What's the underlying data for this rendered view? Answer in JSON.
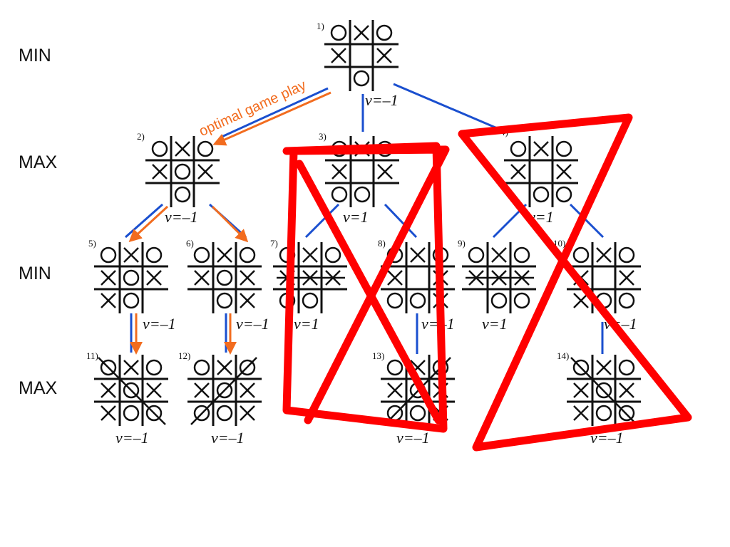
{
  "levels": [
    "MIN",
    "MAX",
    "MIN",
    "MAX"
  ],
  "annotation": "optimal game play",
  "colors": {
    "edge": "#1a4fcf",
    "optimal": "#f26c1f",
    "strike": "#ff0000",
    "ink": "#111111"
  },
  "nodes": [
    {
      "id": "1)",
      "board": [
        "O",
        "X",
        "O",
        "X",
        "",
        "X",
        "",
        "O",
        ""
      ],
      "value": "v=–1"
    },
    {
      "id": "2)",
      "board": [
        "O",
        "X",
        "O",
        "X",
        "O",
        "X",
        "",
        "O",
        ""
      ],
      "value": "v=–1"
    },
    {
      "id": "3)",
      "board": [
        "O",
        "X",
        "O",
        "X",
        "",
        "X",
        "O",
        "O",
        ""
      ],
      "value": "v=1"
    },
    {
      "id": "4)",
      "board": [
        "O",
        "X",
        "O",
        "X",
        "",
        "X",
        "",
        "O",
        "O"
      ],
      "value": "v=1"
    },
    {
      "id": "5)",
      "board": [
        "O",
        "X",
        "O",
        "X",
        "O",
        "X",
        "X",
        "O",
        ""
      ],
      "value": "v=–1"
    },
    {
      "id": "6)",
      "board": [
        "O",
        "X",
        "O",
        "X",
        "O",
        "X",
        "",
        "O",
        "X"
      ],
      "value": "v=–1"
    },
    {
      "id": "7)",
      "board": [
        "O",
        "X",
        "O",
        "X",
        "X",
        "X",
        "O",
        "O",
        ""
      ],
      "value": "v=1"
    },
    {
      "id": "8)",
      "board": [
        "O",
        "X",
        "O",
        "X",
        "",
        "X",
        "O",
        "O",
        "X"
      ],
      "value": "v=–1"
    },
    {
      "id": "9)",
      "board": [
        "O",
        "X",
        "O",
        "X",
        "X",
        "X",
        "",
        "O",
        "O"
      ],
      "value": "v=1"
    },
    {
      "id": "10)",
      "board": [
        "O",
        "X",
        "O",
        "X",
        "",
        "X",
        "X",
        "O",
        "O"
      ],
      "value": "v=–1"
    },
    {
      "id": "11)",
      "board": [
        "O",
        "X",
        "O",
        "X",
        "O",
        "X",
        "X",
        "O",
        "O"
      ],
      "value": "v=–1"
    },
    {
      "id": "12)",
      "board": [
        "O",
        "X",
        "O",
        "X",
        "O",
        "X",
        "O",
        "O",
        "X"
      ],
      "value": "v=–1"
    },
    {
      "id": "13)",
      "board": [
        "O",
        "X",
        "O",
        "X",
        "O",
        "X",
        "O",
        "O",
        "X"
      ],
      "value": "v=–1"
    },
    {
      "id": "14)",
      "board": [
        "O",
        "X",
        "O",
        "X",
        "O",
        "X",
        "X",
        "O",
        "O"
      ],
      "value": "v=–1"
    }
  ]
}
